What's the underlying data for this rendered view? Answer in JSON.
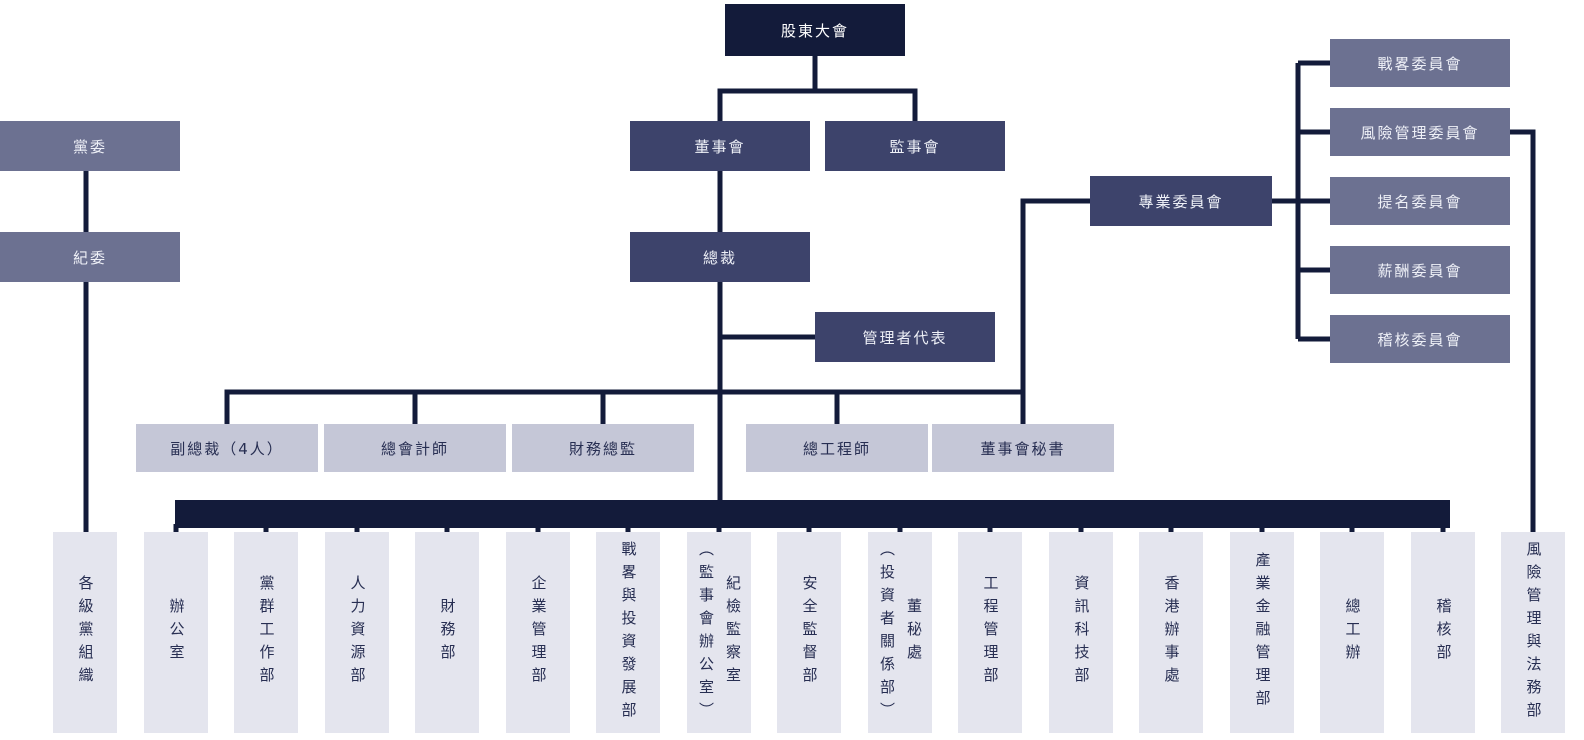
{
  "colors": {
    "line_and_bar": "#131b3a",
    "top_node": "#131b3a",
    "primary_node": "#3d436b",
    "secondary_node": "#6c7191",
    "officer_node": "#c5c7d7",
    "department_node": "#e4e5ee",
    "light_text": "#ffffff",
    "dark_text": "#272e52"
  },
  "org": {
    "shareholders_meeting": "股東大會",
    "board_of_directors": "董事會",
    "supervisory_board": "監事會",
    "party_committee": "黨委",
    "discipline_committee": "紀委",
    "president": "總裁",
    "management_representative": "管理者代表",
    "professional_committees": "專業委員會",
    "committees": [
      "戰畧委員會",
      "風險管理委員會",
      "提名委員會",
      "薪酬委員會",
      "稽核委員會"
    ],
    "senior_officers": [
      "副總裁（4人）",
      "總會計師",
      "財務總監",
      "總工程師",
      "董事會秘書"
    ],
    "departments": [
      "各級黨組織",
      "辦公室",
      "黨群工作部",
      "人力資源部",
      "財務部",
      "企業管理部",
      "戰畧與投資發展部",
      "紀檢監察室\n（監事會辦公室）",
      "安全監督部",
      "董秘處\n（投資者關係部）",
      "工程管理部",
      "資訊科技部",
      "香港辦事處",
      "產業金融管理部",
      "總工辦",
      "稽核部",
      "風險管理與法務部"
    ]
  }
}
